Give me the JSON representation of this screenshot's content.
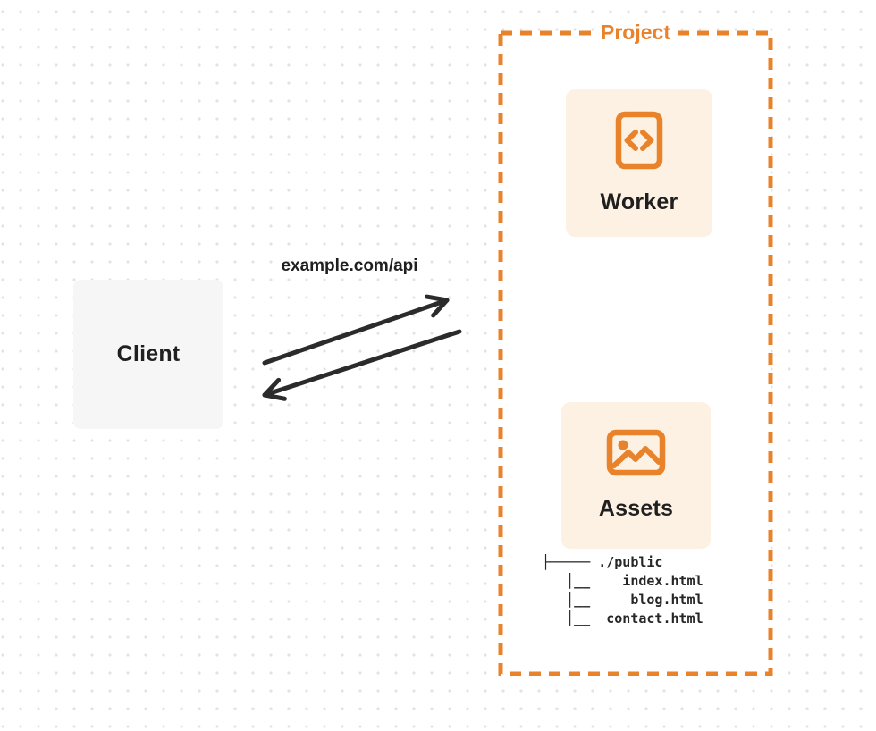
{
  "client": {
    "label": "Client"
  },
  "request": {
    "label": "example.com/api"
  },
  "project": {
    "label": "Project",
    "worker": {
      "label": "Worker",
      "icon": "code-file-icon"
    },
    "assets": {
      "label": "Assets",
      "icon": "image-icon"
    },
    "file_tree": {
      "lines": [
        "├───── ./public",
        "   │__    index.html",
        "   │__     blog.html",
        "   │__  contact.html"
      ]
    }
  },
  "colors": {
    "accent_orange": "#e8832c",
    "card_background": "#fdf1e3",
    "client_background": "#f6f6f7",
    "arrow": "#2b2b2b",
    "text_dark": "#1f1f1f",
    "dot_grid": "#e3e3e3"
  }
}
